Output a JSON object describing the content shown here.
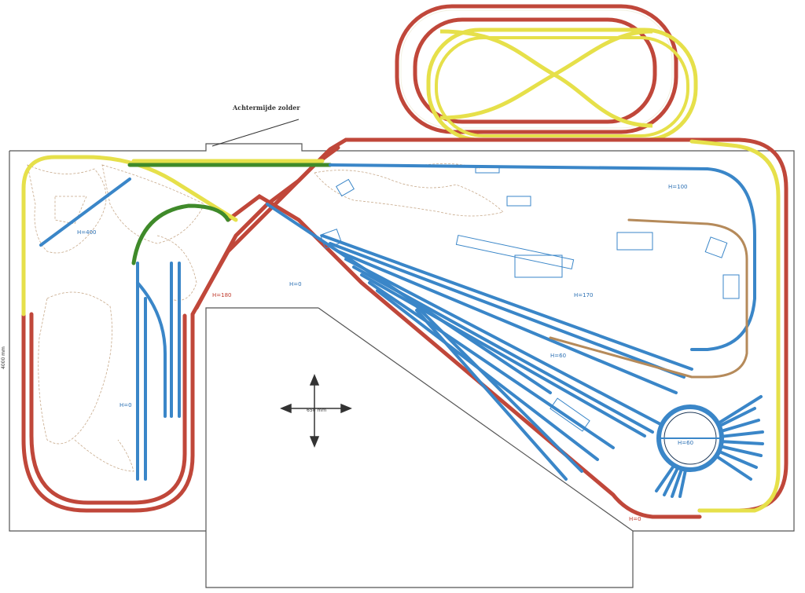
{
  "labels": {
    "attic": "Achtermijde zolder",
    "h400": "H=400",
    "h180": "H=180",
    "h0_left": "H=0",
    "h0_mid": "H=0",
    "h0_bottom": "H=0",
    "h170": "H=170",
    "h100": "H=100",
    "h60": "H=60",
    "turntable": "H=60",
    "scale_note": "650 mm",
    "side_note": "4000 mm"
  },
  "colors": {
    "outline": "#555555",
    "red_track": "#c0473a",
    "yellow_track": "#e6e04a",
    "blue_track": "#3a86c8",
    "green_track": "#3f8a2a",
    "brown_track": "#b58a5a",
    "scenery": "#c7a98a"
  }
}
